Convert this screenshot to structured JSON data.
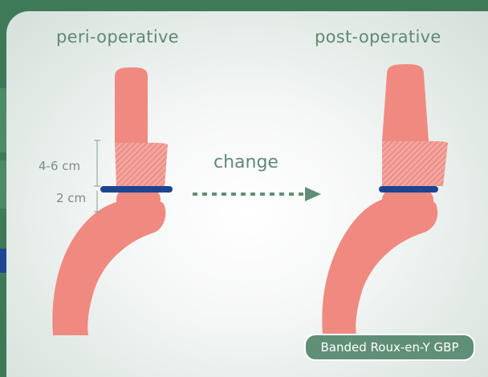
{
  "titles": {
    "peri": "peri-operative",
    "post": "post-operative"
  },
  "measurements": {
    "upper": "4-6 cm",
    "lower": "2 cm"
  },
  "transition": {
    "label": "change"
  },
  "caption": "Banded Roux-en-Y GBP",
  "colors": {
    "tissue": "#f08a80",
    "tissue_shade": "#e57468",
    "band": "#1d4592",
    "title_text": "#5f8a73",
    "caption_bg": "#5f8f76",
    "background": "#3f7a58"
  }
}
